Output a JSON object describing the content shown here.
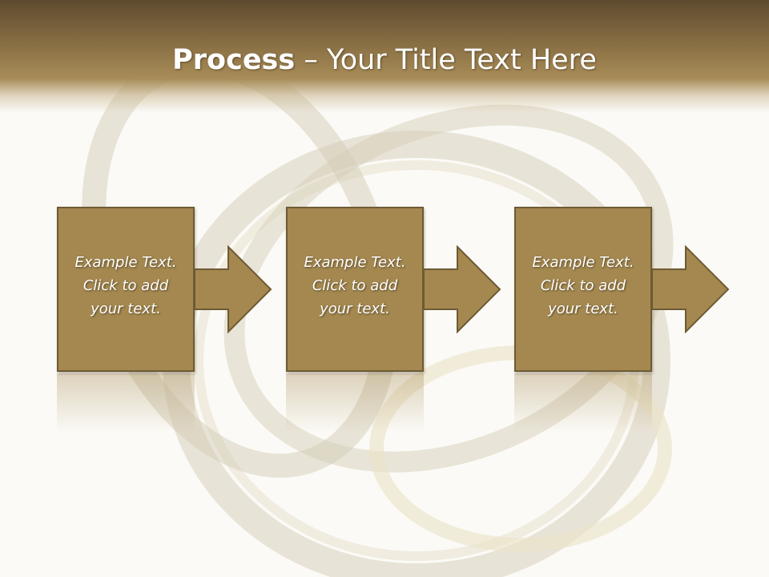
{
  "slide": {
    "title_bold": "Process",
    "title_rest": " – Your Title Text Here"
  },
  "steps": [
    {
      "line1": "Example Text.",
      "line2": "Click  to add",
      "line3": "your text."
    },
    {
      "line1": "Example Text.",
      "line2": "Click  to add",
      "line3": "your text."
    },
    {
      "line1": "Example Text.",
      "line2": "Click  to add",
      "line3": "your text."
    }
  ],
  "colors": {
    "title_bar": "#8e7447",
    "box_fill": "#a48850",
    "box_border": "#6e5a33",
    "background": "#fbfaf6"
  },
  "icons": [
    "ring-background",
    "arrow-right-icon"
  ]
}
